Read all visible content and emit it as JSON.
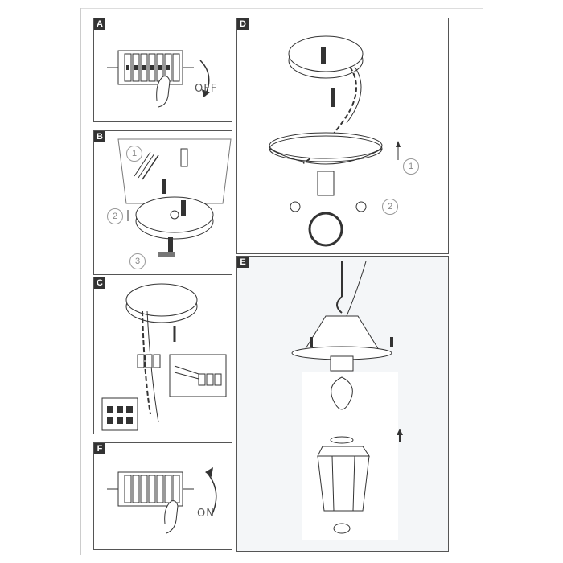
{
  "panels": {
    "a": {
      "tag": "A",
      "state_text": "OFF"
    },
    "b": {
      "tag": "B",
      "steps": [
        "1",
        "2",
        "3"
      ]
    },
    "c": {
      "tag": "C"
    },
    "d": {
      "tag": "D",
      "steps": [
        "1",
        "2"
      ]
    },
    "e": {
      "tag": "E"
    },
    "f": {
      "tag": "F",
      "state_text": "ON"
    }
  }
}
